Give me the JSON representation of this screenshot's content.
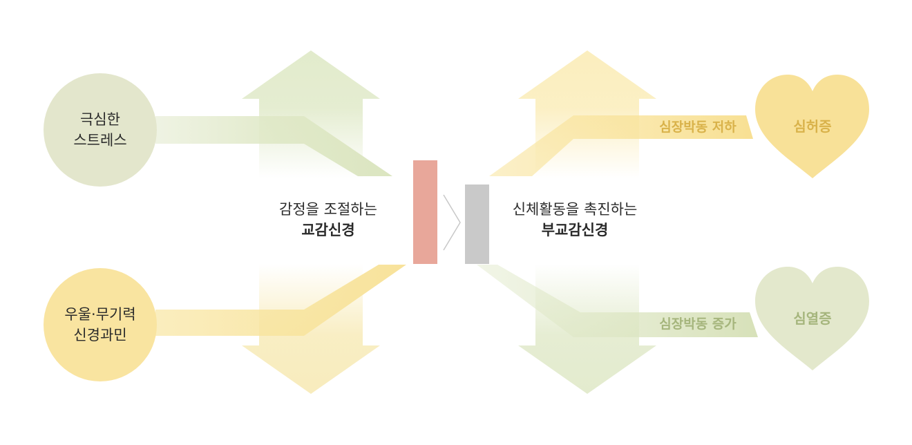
{
  "left_top_circle": {
    "line1": "극심한",
    "line2": "스트레스"
  },
  "left_bottom_circle": {
    "line1": "우울·무기력",
    "line2": "신경과민"
  },
  "sympathetic": {
    "line1": "감정을 조절하는",
    "line2": "교감신경"
  },
  "parasympathetic": {
    "line1": "신체활동을 촉진하는",
    "line2": "부교감신경"
  },
  "effects": {
    "upper": "심장박동 저하",
    "lower": "심장박동 증가"
  },
  "hearts": {
    "upper": "심허증",
    "lower": "심열증"
  },
  "colors": {
    "green": "#e2e8c8",
    "yellow": "#f8e6a2",
    "sympathetic_bar": "#e8a79a",
    "parasympathetic_bar": "#c9c9c9",
    "yellow_text": "#d9b24a",
    "green_text": "#a5b57c"
  }
}
